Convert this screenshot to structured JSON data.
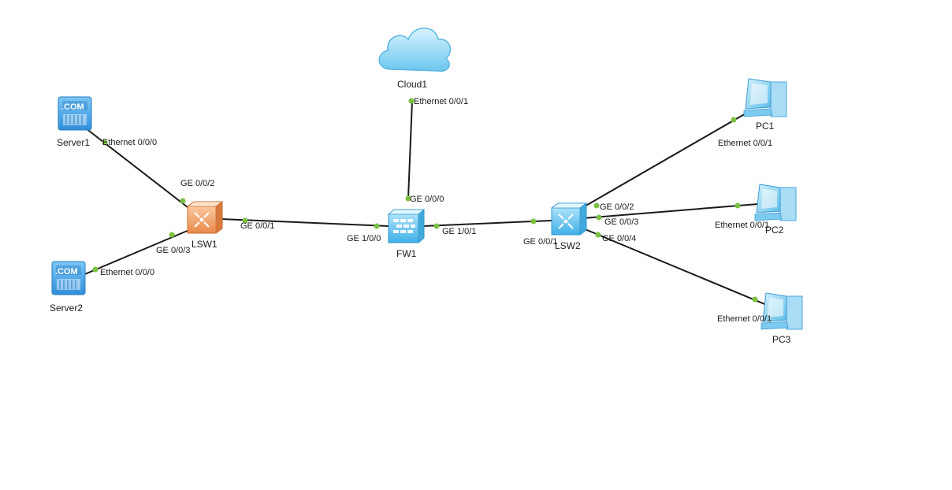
{
  "colors": {
    "link": "#1a1a1a",
    "port_dot": "#7ac142",
    "switch_blue": "#5bc4ee",
    "switch_orange": "#f0a065",
    "server_blue": "#4aa8e8",
    "cloud_blue": "#8fd3f2"
  },
  "devices": {
    "cloud1": {
      "label": "Cloud1",
      "icon": "cloud-icon"
    },
    "server1": {
      "label": "Server1",
      "icon": "server-icon",
      "badge": ".COM"
    },
    "server2": {
      "label": "Server2",
      "icon": "server-icon",
      "badge": ".COM"
    },
    "lsw1": {
      "label": "LSW1",
      "icon": "switch-icon"
    },
    "fw1": {
      "label": "FW1",
      "icon": "firewall-icon"
    },
    "lsw2": {
      "label": "LSW2",
      "icon": "switch-icon"
    },
    "pc1": {
      "label": "PC1",
      "icon": "pc-icon"
    },
    "pc2": {
      "label": "PC2",
      "icon": "pc-icon"
    },
    "pc3": {
      "label": "PC3",
      "icon": "pc-icon"
    }
  },
  "ports": {
    "cloud1_eth": "Ethernet 0/0/1",
    "fw1_ge000": "GE 0/0/0",
    "server1_eth": "Ethernet 0/0/0",
    "lsw1_ge002": "GE 0/0/2",
    "server2_eth": "Ethernet 0/0/0",
    "lsw1_ge003": "GE 0/0/3",
    "lsw1_ge001": "GE 0/0/1",
    "fw1_ge100": "GE 1/0/0",
    "fw1_ge101": "GE 1/0/1",
    "lsw2_ge001": "GE 0/0/1",
    "lsw2_ge002": "GE 0/0/2",
    "lsw2_ge003": "GE 0/0/3",
    "lsw2_ge004": "GE 0/0/4",
    "pc1_eth": "Ethernet 0/0/1",
    "pc2_eth": "Ethernet 0/0/1",
    "pc3_eth": "Ethernet 0/0/1"
  },
  "links": [
    {
      "from": "Cloud1",
      "from_port": "Ethernet 0/0/1",
      "to": "FW1",
      "to_port": "GE 0/0/0"
    },
    {
      "from": "Server1",
      "from_port": "Ethernet 0/0/0",
      "to": "LSW1",
      "to_port": "GE 0/0/2"
    },
    {
      "from": "Server2",
      "from_port": "Ethernet 0/0/0",
      "to": "LSW1",
      "to_port": "GE 0/0/3"
    },
    {
      "from": "LSW1",
      "from_port": "GE 0/0/1",
      "to": "FW1",
      "to_port": "GE 1/0/0"
    },
    {
      "from": "FW1",
      "from_port": "GE 1/0/1",
      "to": "LSW2",
      "to_port": "GE 0/0/1"
    },
    {
      "from": "LSW2",
      "from_port": "GE 0/0/2",
      "to": "PC1",
      "to_port": "Ethernet 0/0/1"
    },
    {
      "from": "LSW2",
      "from_port": "GE 0/0/3",
      "to": "PC2",
      "to_port": "Ethernet 0/0/1"
    },
    {
      "from": "LSW2",
      "from_port": "GE 0/0/4",
      "to": "PC3",
      "to_port": "Ethernet 0/0/1"
    }
  ]
}
